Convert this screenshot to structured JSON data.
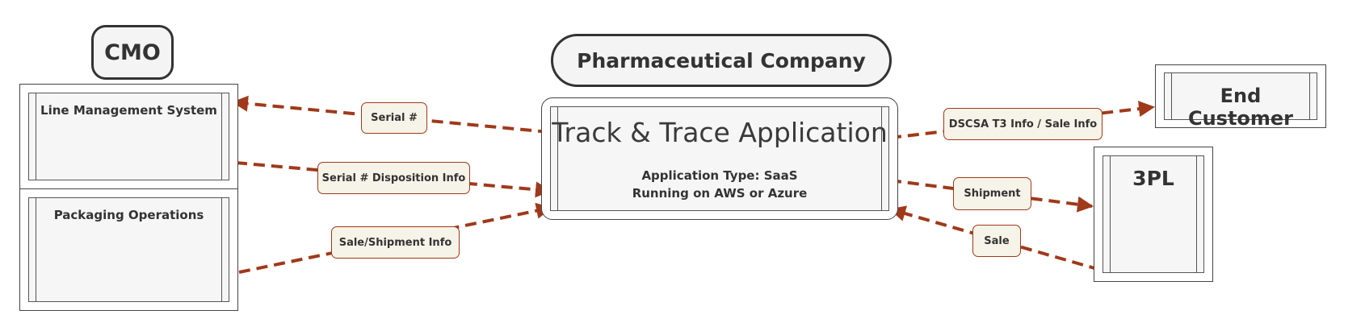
{
  "colors": {
    "arrow": "#a0391a",
    "label_bg": "#f6f3e8",
    "box_fill": "#f6f6f6",
    "outline": "#333333"
  },
  "headers": {
    "cmo": "CMO",
    "pharma": "Pharmaceutical Company"
  },
  "boxes": {
    "line_management": "Line Management System",
    "packaging": "Packaging Operations",
    "track_trace": {
      "title": "Track & Trace Application",
      "line1": "Application Type:  SaaS",
      "line2": "Running on AWS or Azure"
    },
    "end_customer": "End Customer",
    "three_pl": "3PL"
  },
  "connectors": {
    "serial": "Serial #",
    "serial_disposition": "Serial # Disposition Info",
    "sale_shipment": "Sale/Shipment Info",
    "dscsa": "DSCSA T3 Info / Sale Info",
    "shipment": "Shipment",
    "sale": "Sale"
  }
}
